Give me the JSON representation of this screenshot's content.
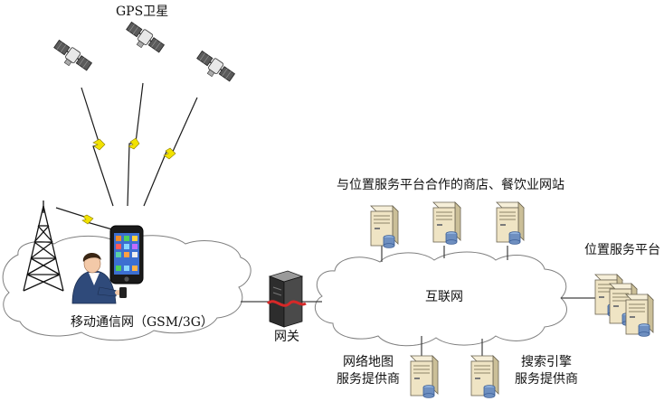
{
  "labels": {
    "gps": "GPS卫星",
    "partner_sites": "与位置服务平台合作的商店、餐饮业网站",
    "location_platform": "位置服务平台",
    "internet": "互联网",
    "mobile_network": "移动通信网（GSM/3G）",
    "gateway": "网关",
    "map_provider_line1": "网络地图",
    "map_provider_line2": "服务提供商",
    "search_provider_line1": "搜索引擎",
    "search_provider_line2": "服务提供商"
  },
  "colors": {
    "cloud_fill": "#ffffff",
    "cloud_stroke": "#7f7f7f",
    "server_body": "#efe4c4",
    "server_side": "#cbbf98",
    "db_blue": "#6e8fc0",
    "link_line": "#404040",
    "gateway_cable": "#d62828"
  },
  "icons": {
    "satellite": "satellite-icon",
    "tower": "cell-tower-icon",
    "phone": "smartphone-icon",
    "person": "user-icon",
    "server": "server-icon",
    "gateway": "gateway-icon",
    "signal": "lightning-signal-icon"
  }
}
